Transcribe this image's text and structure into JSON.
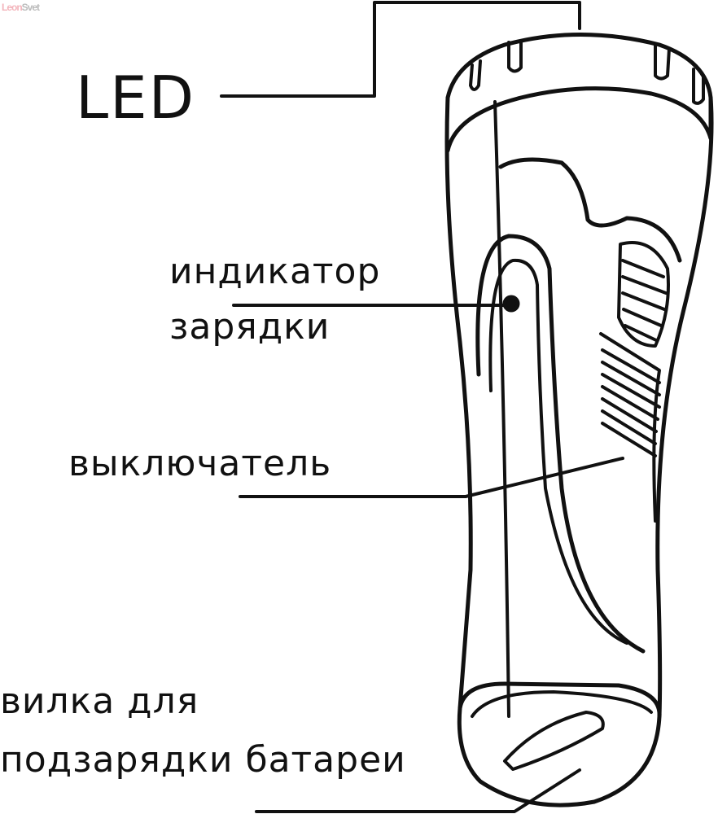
{
  "watermark": {
    "part1": "Leon",
    "part2": "Svet"
  },
  "labels": {
    "led": "LED",
    "indicator_line1": "индикатор",
    "indicator_line2": "зарядки",
    "switch": "выключатель",
    "plug_line1": "вилка для",
    "plug_line2": "подзарядки батареи"
  }
}
